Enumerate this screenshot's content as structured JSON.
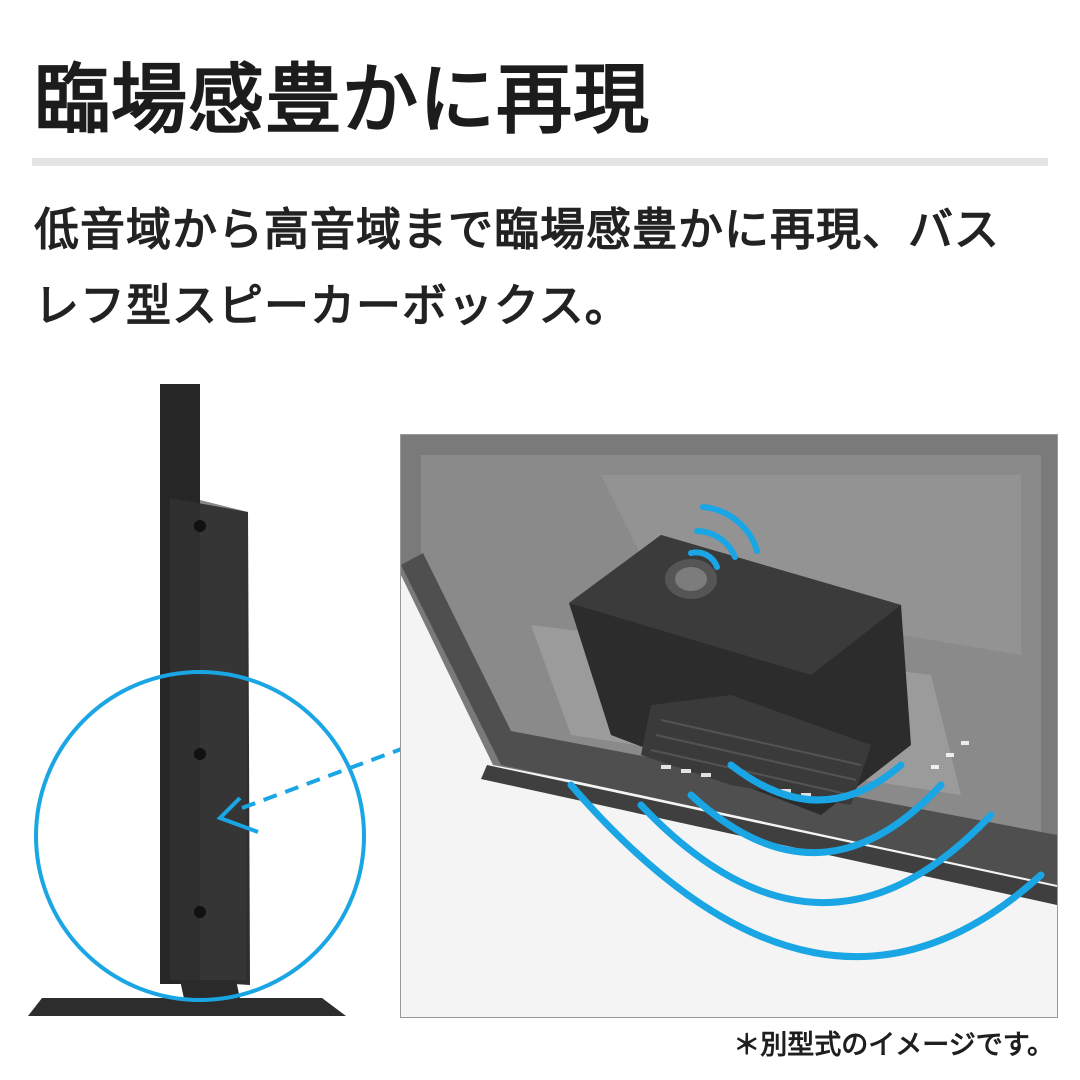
{
  "heading": {
    "title": "臨場感豊かに再現"
  },
  "description": {
    "line1": "低音域から高音域まで臨場感豊かに再現、バス",
    "line2": "レフ型スピーカーボックス。"
  },
  "footnote": {
    "text": "＊別型式のイメージです。"
  },
  "colors": {
    "accent_blue": "#1aa6e4",
    "tv_body": "#232323",
    "speaker_box": "#2c2c2c",
    "rule_gray": "#e4e4e4"
  }
}
